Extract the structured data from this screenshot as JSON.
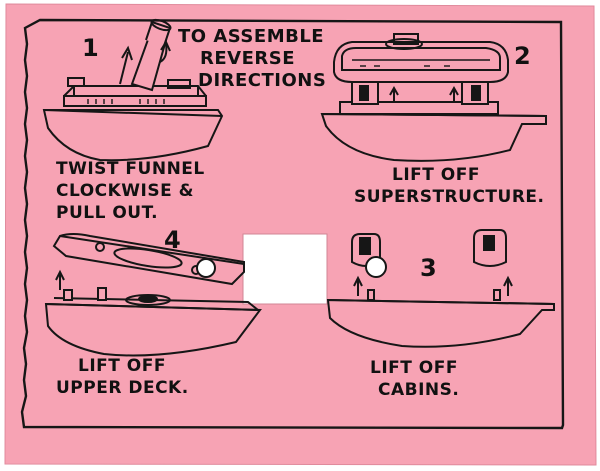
{
  "colors": {
    "card": "#f7a3b4",
    "ink": "#161616",
    "background": "#ffffff"
  },
  "header": {
    "line1": "TO ASSEMBLE",
    "line2": "REVERSE",
    "line3": "DIRECTIONS"
  },
  "steps": [
    {
      "number": "1",
      "caption_line1": "TWIST FUNNEL",
      "caption_line2": "CLOCKWISE &",
      "caption_line3": "PULL OUT."
    },
    {
      "number": "2",
      "caption_line1": "LIFT OFF",
      "caption_line2": "SUPERSTRUCTURE."
    },
    {
      "number": "3",
      "caption_line1": "LIFT OFF",
      "caption_line2": "CABINS."
    },
    {
      "number": "4",
      "caption_line1": "LIFT OFF",
      "caption_line2": "UPPER DECK."
    }
  ]
}
